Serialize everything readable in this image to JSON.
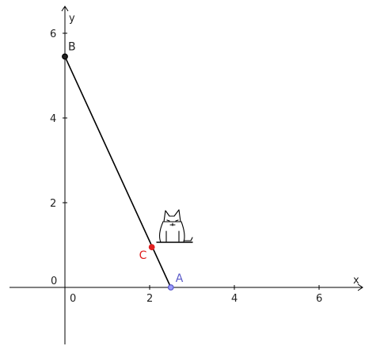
{
  "axes": {
    "x_label": "x",
    "y_label": "y",
    "x_ticks": [
      {
        "value": 0,
        "label": "0"
      },
      {
        "value": 2,
        "label": "2"
      },
      {
        "value": 4,
        "label": "4"
      },
      {
        "value": 6,
        "label": "6"
      }
    ],
    "y_ticks": [
      {
        "value": 2,
        "label": "2"
      },
      {
        "value": 4,
        "label": "4"
      },
      {
        "value": 6,
        "label": "6"
      }
    ],
    "origin_label": "0"
  },
  "points": [
    {
      "id": "A",
      "label": "A",
      "x": 2.5,
      "y": 0,
      "color": "#5a5ac8",
      "fill": "#9a9aff"
    },
    {
      "id": "B",
      "label": "B",
      "x": 0,
      "y": 5.45,
      "color": "#222222",
      "fill": "#222222"
    },
    {
      "id": "C",
      "label": "C",
      "x": 2.05,
      "y": 0.95,
      "color": "#e02020",
      "fill": "#e02020"
    }
  ],
  "segment": {
    "from": "B",
    "to": "A",
    "color": "#000000"
  },
  "icon": {
    "name": "cat-icon"
  }
}
